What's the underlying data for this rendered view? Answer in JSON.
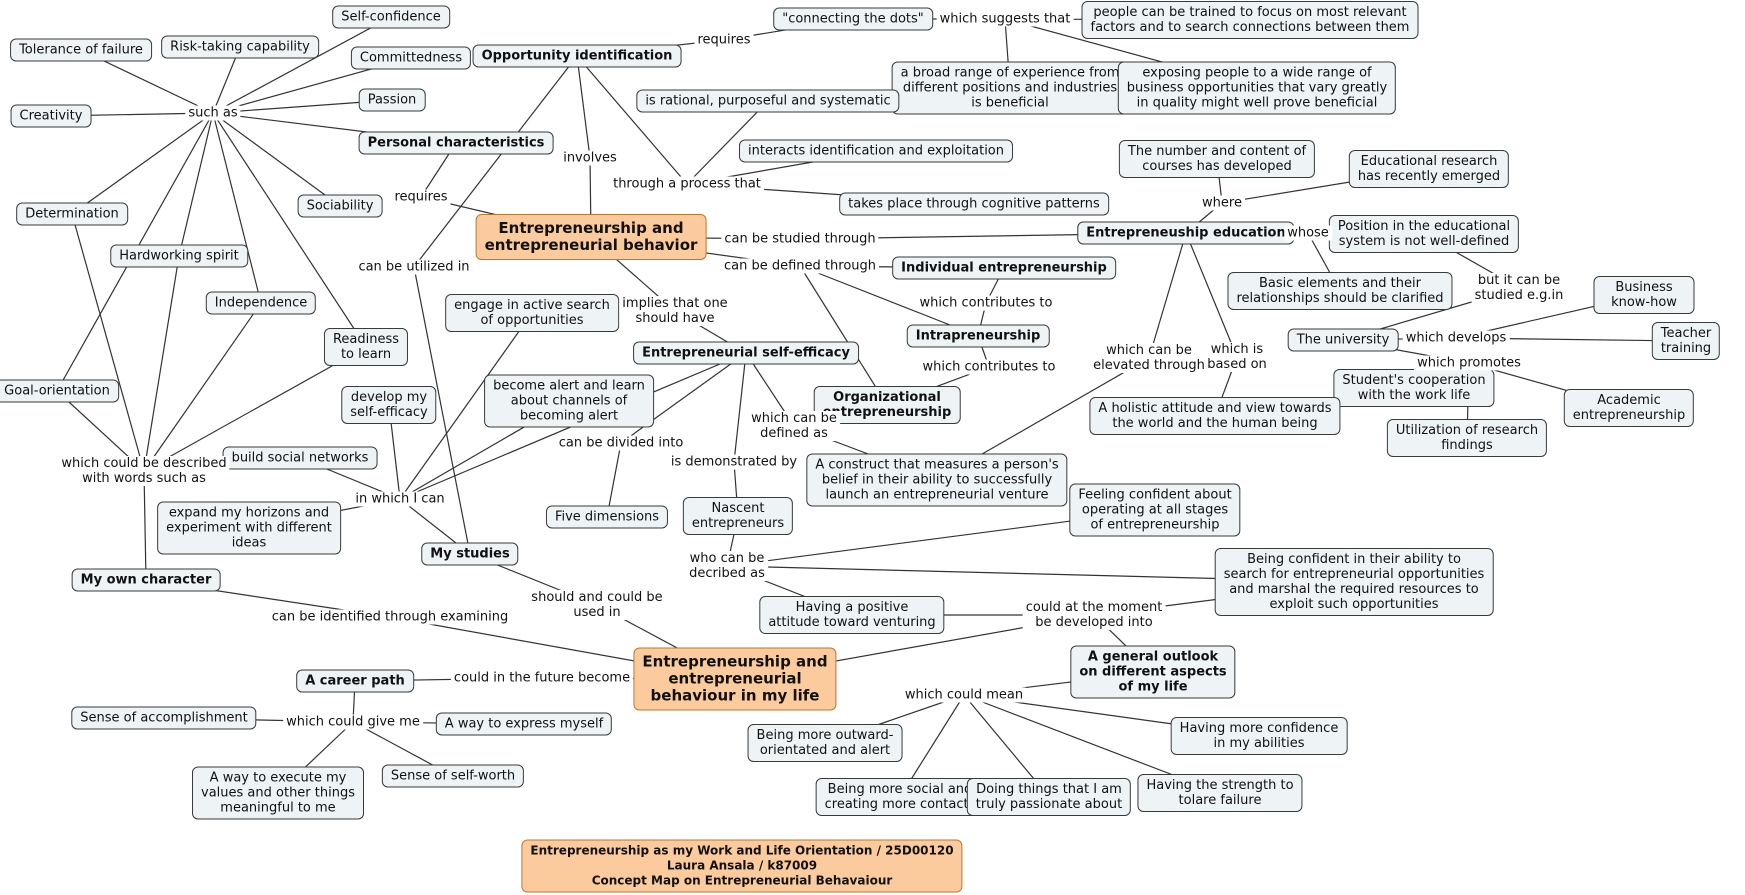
{
  "colors": {
    "main_fill": "#fccb9d",
    "node_fill": "#eef3f5",
    "border": "#3a3a3a",
    "main_border": "#c0762b",
    "line": "#333333"
  },
  "nodes": [
    {
      "id": "self_confidence",
      "text": "Self-confidence",
      "style": "n"
    },
    {
      "id": "tolerance",
      "text": "Tolerance of failure",
      "style": "n"
    },
    {
      "id": "risk",
      "text": "Risk-taking capability",
      "style": "n"
    },
    {
      "id": "committedness",
      "text": "Committedness",
      "style": "n"
    },
    {
      "id": "creativity",
      "text": "Creativity",
      "style": "n"
    },
    {
      "id": "passion",
      "text": "Passion",
      "style": "n"
    },
    {
      "id": "personal",
      "text": "Personal characteristics",
      "style": "b"
    },
    {
      "id": "opportunity",
      "text": "Opportunity identification",
      "style": "b"
    },
    {
      "id": "connecting",
      "text": "\"connecting the dots\"",
      "style": "n"
    },
    {
      "id": "people_trained",
      "text": "people can be trained to focus on most relevant\nfactors and to search connections between them",
      "style": "n"
    },
    {
      "id": "broad_range",
      "text": "a broad range of experience from\ndifferent positions and industries\nis beneficial",
      "style": "n"
    },
    {
      "id": "exposing",
      "text": "exposing people to a wide range of\nbusiness opportunities that vary greatly\nin quality might well prove beneficial",
      "style": "n"
    },
    {
      "id": "rational",
      "text": "is rational, purposeful and systematic",
      "style": "n"
    },
    {
      "id": "interacts",
      "text": "interacts identification and exploitation",
      "style": "n"
    },
    {
      "id": "cognitive",
      "text": "takes place through cognitive patterns",
      "style": "n"
    },
    {
      "id": "determination",
      "text": "Determination",
      "style": "n"
    },
    {
      "id": "sociability",
      "text": "Sociability",
      "style": "n"
    },
    {
      "id": "hardworking",
      "text": "Hardworking spirit",
      "style": "n"
    },
    {
      "id": "independence",
      "text": "Independence",
      "style": "n"
    },
    {
      "id": "readiness",
      "text": "Readiness\nto learn",
      "style": "n"
    },
    {
      "id": "goal",
      "text": "Goal-orientation",
      "style": "n"
    },
    {
      "id": "eb",
      "text": "Entrepreneurship and\nentrepreneurial behavior",
      "style": "m"
    },
    {
      "id": "number_courses",
      "text": "The number and content of\ncourses has developed",
      "style": "n"
    },
    {
      "id": "edu_research",
      "text": "Educational research\nhas recently emerged",
      "style": "n"
    },
    {
      "id": "ent_edu",
      "text": "Entrepreneuship education",
      "style": "b"
    },
    {
      "id": "position_edu",
      "text": "Position in the educational\nsystem is not well-defined",
      "style": "n"
    },
    {
      "id": "basic_elements",
      "text": "Basic elements and their\nrelationships should be clarified",
      "style": "n"
    },
    {
      "id": "individual",
      "text": "Individual entrepreneurship",
      "style": "b"
    },
    {
      "id": "intrapreneurship",
      "text": "Intrapreneurship",
      "style": "b"
    },
    {
      "id": "organizational",
      "text": "Organizational\nentrepreneurship",
      "style": "b"
    },
    {
      "id": "engage",
      "text": "engage in active search\nof opportunities",
      "style": "n"
    },
    {
      "id": "self_efficacy",
      "text": "Entrepreneurial self-efficacy",
      "style": "b"
    },
    {
      "id": "business_know",
      "text": "Business know-how",
      "style": "n"
    },
    {
      "id": "university",
      "text": "The university",
      "style": "n"
    },
    {
      "id": "teacher",
      "text": "Teacher training",
      "style": "n"
    },
    {
      "id": "student_coop",
      "text": "Student's cooperation\nwith the work life",
      "style": "n"
    },
    {
      "id": "academic",
      "text": "Academic\nentrepreneurship",
      "style": "n"
    },
    {
      "id": "utilization",
      "text": "Utilization of research\nfindings",
      "style": "n"
    },
    {
      "id": "holistic",
      "text": "A holistic attitude and view towards\nthe world and the human being",
      "style": "n"
    },
    {
      "id": "develop_efficacy",
      "text": "develop my\nself-efficacy",
      "style": "n"
    },
    {
      "id": "become_alert",
      "text": "become alert and learn\nabout channels of\nbecoming alert",
      "style": "n"
    },
    {
      "id": "build_networks",
      "text": "build social networks",
      "style": "n"
    },
    {
      "id": "construct",
      "text": "A construct that measures a person's\nbelief in their ability to successfully\nlaunch an entrepreneurial venture",
      "style": "n"
    },
    {
      "id": "feeling_confident",
      "text": "Feeling confident about\noperating at all stages\nof entrepreneurship",
      "style": "n"
    },
    {
      "id": "expand",
      "text": "expand my horizons and\nexperiment with different\nideas",
      "style": "n"
    },
    {
      "id": "five_dim",
      "text": "Five dimensions",
      "style": "n"
    },
    {
      "id": "nascent",
      "text": "Nascent\nentrepreneurs",
      "style": "n"
    },
    {
      "id": "my_studies",
      "text": "My studies",
      "style": "b"
    },
    {
      "id": "confident_search",
      "text": "Being confident in their ability to\nsearch for entrepreneurial opportunities\nand marshal the required resources to\nexploit such opportunities",
      "style": "n"
    },
    {
      "id": "own_character",
      "text": "My own character",
      "style": "b"
    },
    {
      "id": "positive",
      "text": "Having a positive\nattitude toward venturing",
      "style": "n"
    },
    {
      "id": "life",
      "text": "Entrepreneurship and\nentrepreneurial\nbehaviour in my life",
      "style": "m"
    },
    {
      "id": "general_outlook",
      "text": "A general outlook\non different aspects\nof my life",
      "style": "b"
    },
    {
      "id": "career",
      "text": "A career path",
      "style": "b"
    },
    {
      "id": "accomplishment",
      "text": "Sense of accomplishment",
      "style": "n"
    },
    {
      "id": "express",
      "text": "A way to express myself",
      "style": "n"
    },
    {
      "id": "outward",
      "text": "Being more outward-\norientated and alert",
      "style": "n"
    },
    {
      "id": "more_confidence",
      "text": "Having more confidence\nin my abilities",
      "style": "n"
    },
    {
      "id": "self_worth",
      "text": "Sense of self-worth",
      "style": "n"
    },
    {
      "id": "execute_values",
      "text": "A way to execute my\nvalues and other things\nmeaningful to me",
      "style": "n"
    },
    {
      "id": "more_social",
      "text": "Being more social and\ncreating more contacts",
      "style": "n"
    },
    {
      "id": "passionate",
      "text": "Doing things that I am\ntruly passionate about",
      "style": "n"
    },
    {
      "id": "strength",
      "text": "Having the strength to\ntolare failure",
      "style": "n"
    },
    {
      "id": "footer",
      "text": "Entrepreneurship as my Work and Life Orientation / 25D00120\nLaura Ansala / k87009\nConcept Map on Entrepreneurial Behavaiour",
      "style": "f"
    }
  ],
  "labels": [
    {
      "id": "such_as",
      "text": "such as"
    },
    {
      "id": "requires1",
      "text": "requires"
    },
    {
      "id": "which_suggests",
      "text": "which suggests that"
    },
    {
      "id": "involves",
      "text": "involves"
    },
    {
      "id": "requires2",
      "text": "requires"
    },
    {
      "id": "through_process",
      "text": "through a process that"
    },
    {
      "id": "where",
      "text": "where"
    },
    {
      "id": "can_be_utilized",
      "text": "can be utilized in"
    },
    {
      "id": "studied_through",
      "text": "can be studied through"
    },
    {
      "id": "whose",
      "text": "whose"
    },
    {
      "id": "defined_through",
      "text": "can be defined through"
    },
    {
      "id": "but_studied",
      "text": "but it can be\nstudied e.g.in"
    },
    {
      "id": "implies",
      "text": "implies that one\nshould have"
    },
    {
      "id": "contributes1",
      "text": "which contributes to"
    },
    {
      "id": "which_develops",
      "text": "which develops"
    },
    {
      "id": "which_promotes",
      "text": "which promotes"
    },
    {
      "id": "elevated",
      "text": "which can be\nelevated through"
    },
    {
      "id": "based_on",
      "text": "which is\nbased on"
    },
    {
      "id": "contributes2",
      "text": "which contributes to"
    },
    {
      "id": "described_words",
      "text": "which could be described\nwith words such as"
    },
    {
      "id": "defined_as",
      "text": "which can be\ndefined as"
    },
    {
      "id": "divided",
      "text": "can be divided into"
    },
    {
      "id": "demonstrated",
      "text": "is demonstrated by"
    },
    {
      "id": "in_which",
      "text": "in which I can"
    },
    {
      "id": "who_decribed",
      "text": "who can be\ndecribed as"
    },
    {
      "id": "should_used",
      "text": "should and could be\nused in"
    },
    {
      "id": "identified",
      "text": "can be identified through examining"
    },
    {
      "id": "developed_into",
      "text": "could at the moment\nbe developed into"
    },
    {
      "id": "future",
      "text": "could in the future become"
    },
    {
      "id": "could_give",
      "text": "which could give me"
    },
    {
      "id": "could_mean",
      "text": "which could mean"
    }
  ]
}
